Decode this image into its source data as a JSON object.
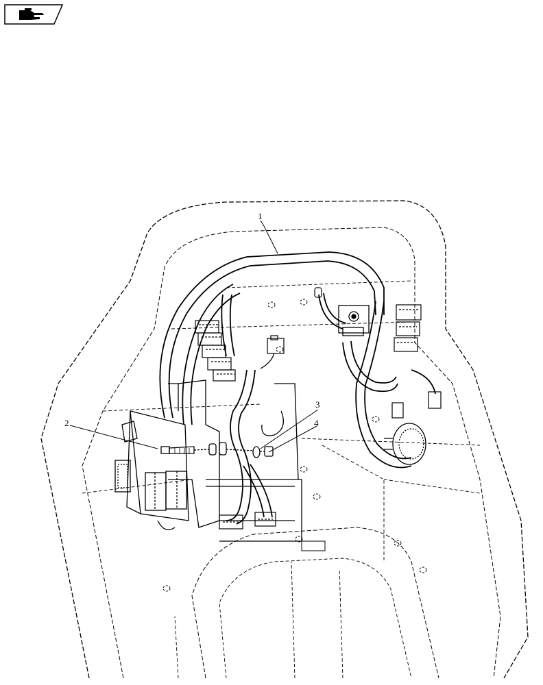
{
  "badge": {
    "icon": "pointing-hand-icon"
  },
  "callouts": [
    {
      "id": "callout-1",
      "label": "1"
    },
    {
      "id": "callout-2",
      "label": "2"
    },
    {
      "id": "callout-3",
      "label": "3"
    },
    {
      "id": "callout-4",
      "label": "4"
    }
  ],
  "colors": {
    "ink": "#000000",
    "background": "#ffffff"
  }
}
